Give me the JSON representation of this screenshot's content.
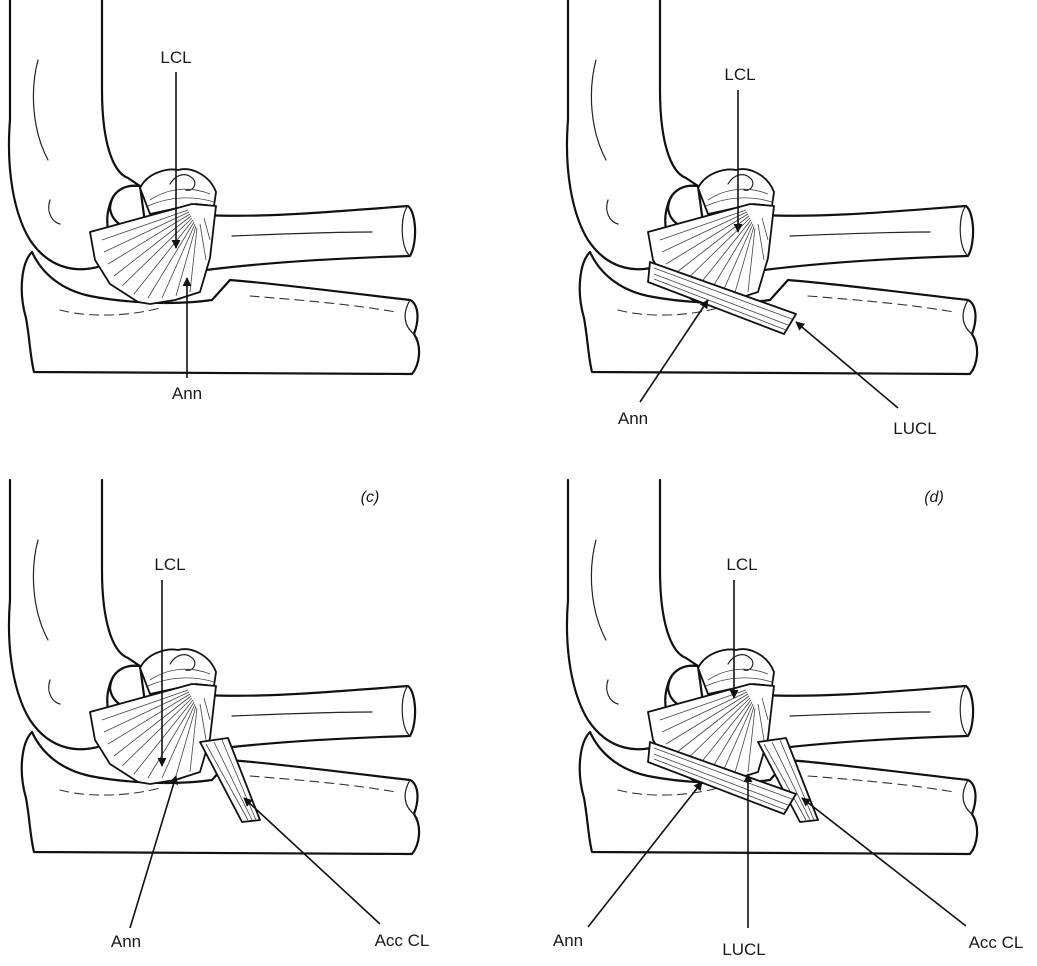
{
  "panels": [
    {
      "tag": "",
      "labels": {
        "lcl": "LCL",
        "ann": "Ann"
      }
    },
    {
      "tag": "",
      "labels": {
        "lcl": "LCL",
        "ann": "Ann",
        "lucl": "LUCL"
      }
    },
    {
      "tag": "(c)",
      "labels": {
        "lcl": "LCL",
        "ann": "Ann",
        "acc": "Acc CL"
      }
    },
    {
      "tag": "(d)",
      "labels": {
        "lcl": "LCL",
        "ann": "Ann",
        "lucl": "LUCL",
        "acc": "Acc CL"
      }
    }
  ]
}
